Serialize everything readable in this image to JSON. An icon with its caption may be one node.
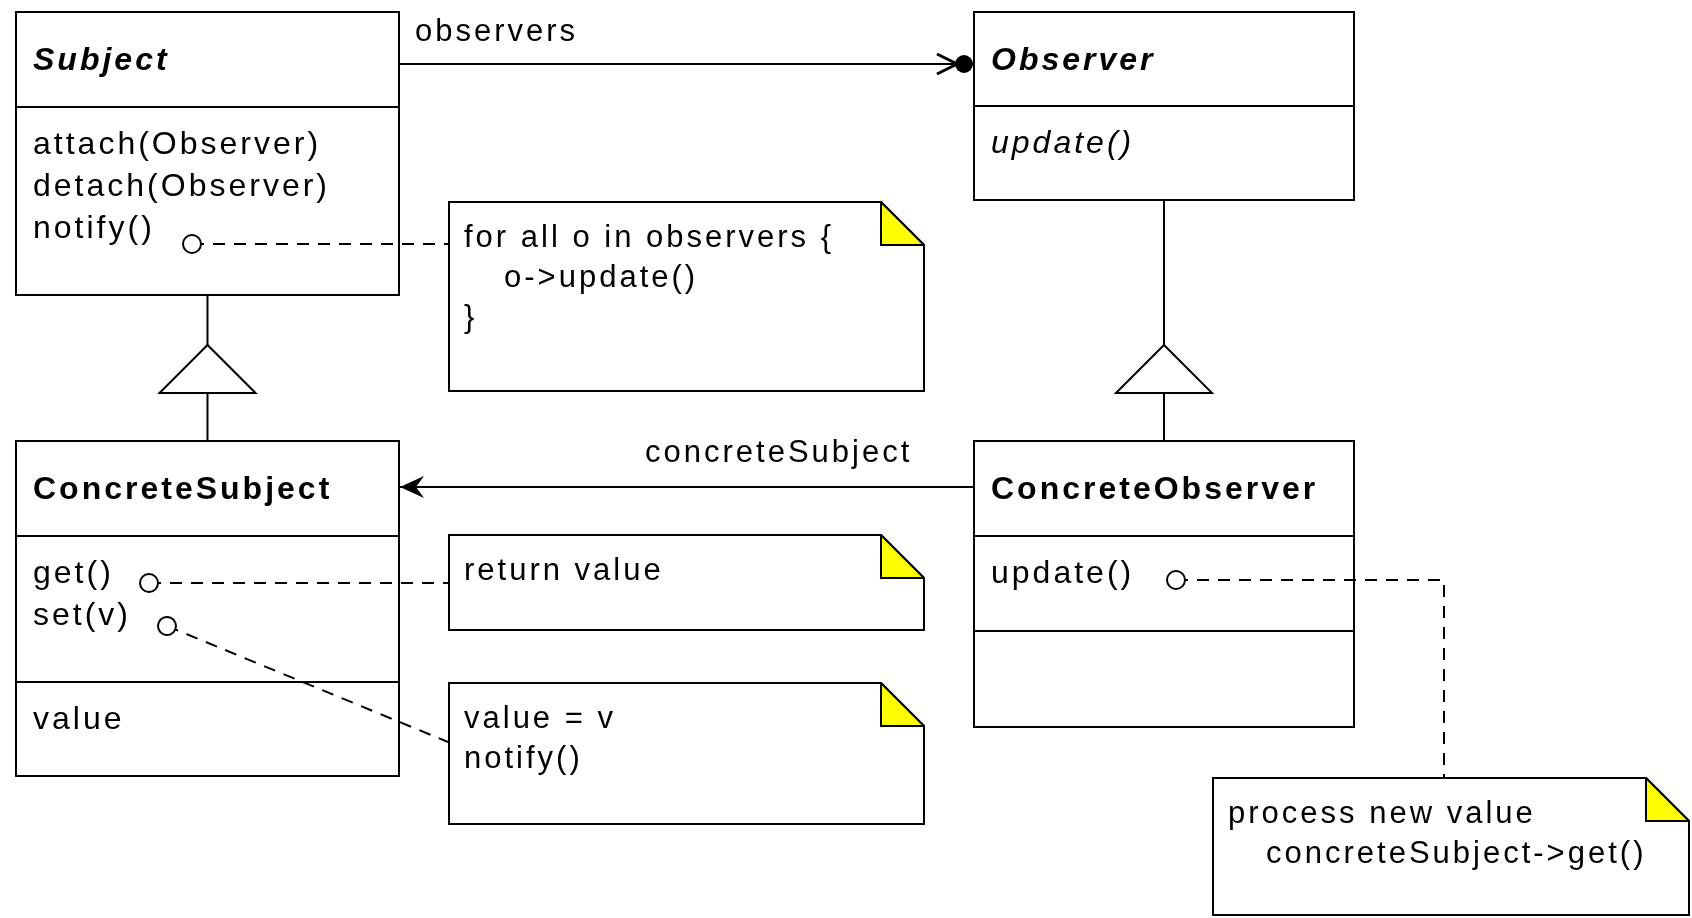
{
  "diagram": {
    "nodes": [
      {
        "text": [
          "Subject",
          "attach(Observer)",
          "detach(Observer)",
          "notify()"
        ]
      },
      {
        "text": [
          "Observer",
          "update()"
        ]
      },
      {
        "text": [
          "for all o in observers {",
          "o->update()",
          "}"
        ]
      },
      {
        "text": [
          "ConcreteSubject",
          "get()",
          "set(v)",
          "value"
        ]
      },
      {
        "text": [
          "ConcreteObserver",
          "update()"
        ]
      },
      {
        "text": [
          "return value"
        ]
      },
      {
        "text": [
          "value = v",
          "notify()"
        ]
      },
      {
        "text": [
          "process new value",
          "concreteSubject->get()"
        ]
      }
    ],
    "edges": [
      {
        "from": 0,
        "to": 1,
        "arrow": "to",
        "label": "observers"
      },
      {
        "from": 3,
        "to": 0,
        "arrow": "to"
      },
      {
        "from": 4,
        "to": 1,
        "arrow": "to"
      },
      {
        "from": 4,
        "to": 3,
        "arrow": "to",
        "label": "concreteSubject"
      },
      {
        "from": 0,
        "to": 2,
        "arrow": "other",
        "style": "dashed"
      },
      {
        "from": 3,
        "to": 5,
        "arrow": "other",
        "style": "dashed"
      },
      {
        "from": 3,
        "to": 6,
        "arrow": "other",
        "style": "dashed"
      },
      {
        "from": 4,
        "to": 7,
        "arrow": "other",
        "style": "dashed"
      }
    ]
  }
}
